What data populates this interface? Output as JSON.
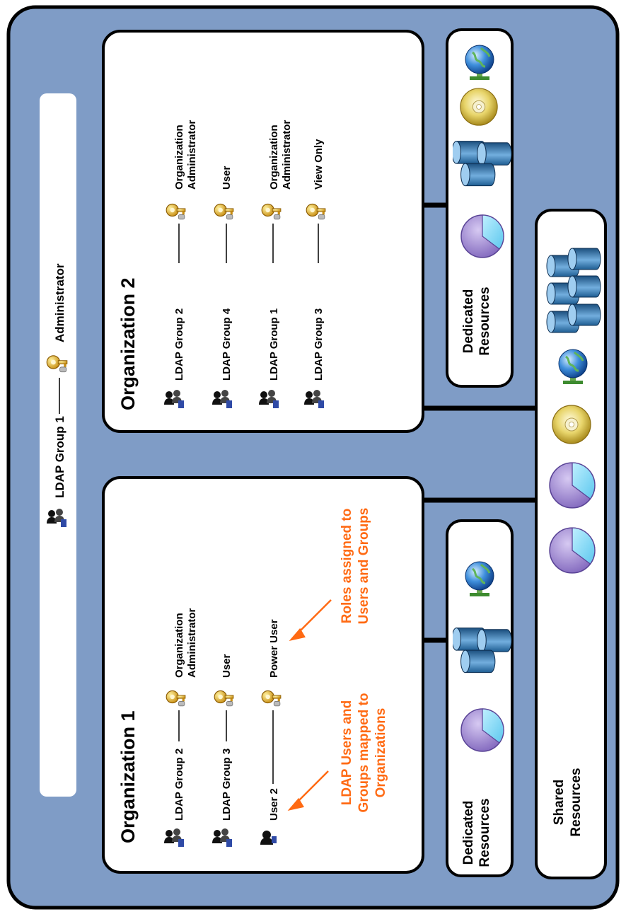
{
  "top": {
    "group": "LDAP Group 1",
    "role": "Administrator"
  },
  "org1": {
    "title": "Organization 1",
    "rows": [
      {
        "member": "LDAP Group 2",
        "role_line1": "Organization",
        "role_line2": "Administrator"
      },
      {
        "member": "LDAP Group 3",
        "role_line1": "User",
        "role_line2": ""
      },
      {
        "member": "User 2",
        "role_line1": "Power User",
        "role_line2": ""
      }
    ],
    "note_mapped": [
      "LDAP Users and",
      "Groups mapped to",
      "Organizations"
    ],
    "note_roles": [
      "Roles assigned to",
      "Users and Groups"
    ],
    "dedicated": [
      "Dedicated",
      "Resources"
    ]
  },
  "org2": {
    "title": "Organization 2",
    "rows": [
      {
        "member": "LDAP Group 2",
        "role_line1": "Organization",
        "role_line2": "Administrator"
      },
      {
        "member": "LDAP Group 4",
        "role_line1": "User",
        "role_line2": ""
      },
      {
        "member": "LDAP Group 1",
        "role_line1": "Organization",
        "role_line2": "Administrator"
      },
      {
        "member": "LDAP Group 3",
        "role_line1": "View Only",
        "role_line2": ""
      }
    ],
    "dedicated": [
      "Dedicated",
      "Resources"
    ]
  },
  "shared": [
    "Shared",
    "Resources"
  ],
  "colors": {
    "background": "#7f9cc6",
    "panel": "#ffffff",
    "note": "#ff6a13"
  }
}
